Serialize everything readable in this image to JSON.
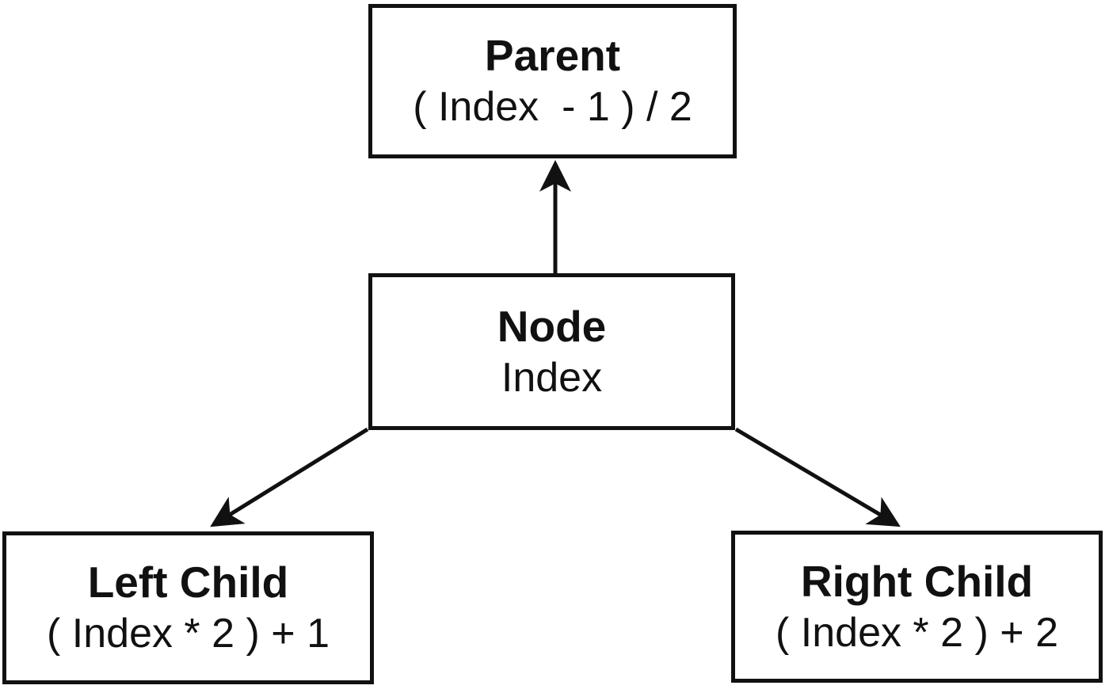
{
  "diagram": {
    "description": "Binary heap array index relationships",
    "colors": {
      "line": "#111111",
      "background": "#ffffff",
      "text": "#111111"
    },
    "nodes": [
      {
        "id": "parent",
        "title": "Parent",
        "formula": "( Index  - 1 ) / 2"
      },
      {
        "id": "node",
        "title": "Node",
        "formula": "Index"
      },
      {
        "id": "left-child",
        "title": "Left Child",
        "formula": "( Index * 2 ) + 1"
      },
      {
        "id": "right-child",
        "title": "Right Child",
        "formula": "( Index * 2 ) + 2"
      }
    ],
    "edges": [
      {
        "from": "node",
        "to": "parent",
        "direction": "up"
      },
      {
        "from": "node",
        "to": "left-child",
        "direction": "down-left"
      },
      {
        "from": "node",
        "to": "right-child",
        "direction": "down-right"
      }
    ]
  }
}
